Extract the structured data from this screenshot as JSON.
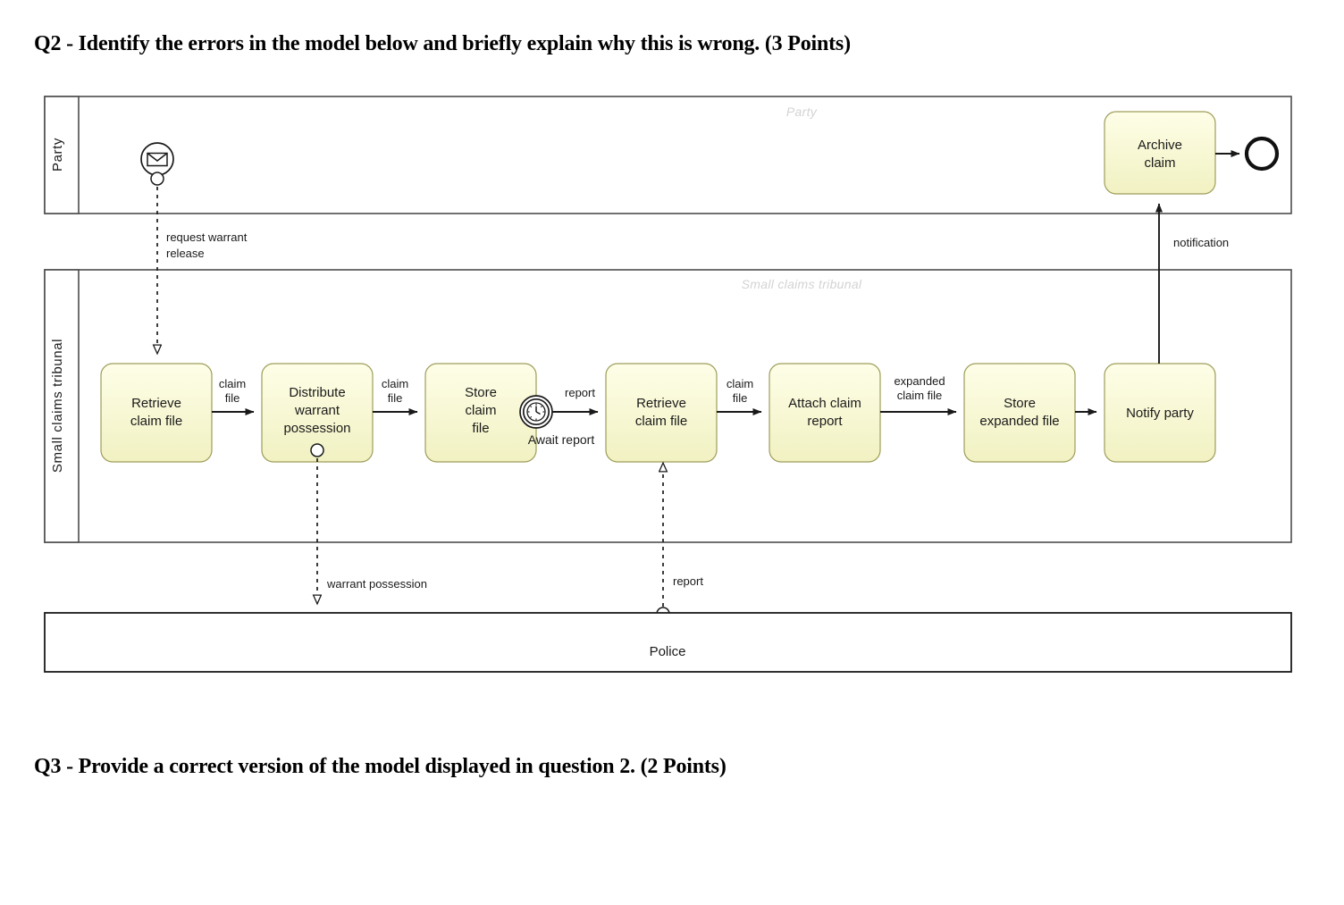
{
  "questions": {
    "q2": "Q2 - Identify the errors in the model below and briefly explain why this is wrong. (3 Points)",
    "q3": "Q3 - Provide a correct version of the model displayed in question 2. (2 Points)"
  },
  "colors": {
    "task_fill_top": "#fefee8",
    "task_fill_bottom": "#f2f2c6",
    "task_stroke": "#9d9d5a",
    "pool_stroke": "#4d4d4d",
    "line": "#1a1a1a",
    "watermark": "#d3d3d3",
    "canvas": "#ffffff"
  },
  "diagram": {
    "type": "bpmn-collaboration",
    "pools": [
      {
        "id": "pool-party",
        "lane_label": "Party",
        "watermark": "Party",
        "collapsed": false
      },
      {
        "id": "pool-tribunal",
        "lane_label": "Small claims tribunal",
        "watermark": "Small claims tribunal",
        "collapsed": false
      },
      {
        "id": "pool-police",
        "lane_label": "Police",
        "watermark": "",
        "collapsed": true
      }
    ],
    "events": [
      {
        "id": "start-request-warrant",
        "pool": "pool-party",
        "kind": "message-start-event",
        "icon": "envelope-icon",
        "label": ""
      },
      {
        "id": "end-event-party",
        "pool": "pool-party",
        "kind": "end-event",
        "icon": "",
        "label": ""
      },
      {
        "id": "boundary-await-report",
        "pool": "pool-tribunal",
        "kind": "timer-boundary-event",
        "icon": "clock-icon",
        "label": "Await report"
      }
    ],
    "tasks": [
      {
        "id": "task-archive-claim",
        "pool": "pool-party",
        "label": "Archive claim"
      },
      {
        "id": "task-retrieve-claim-1",
        "pool": "pool-tribunal",
        "label": "Retrieve claim file"
      },
      {
        "id": "task-distribute-warrant",
        "pool": "pool-tribunal",
        "label": "Distribute warrant possession"
      },
      {
        "id": "task-store-claim-file",
        "pool": "pool-tribunal",
        "label": "Store claim file"
      },
      {
        "id": "task-retrieve-claim-2",
        "pool": "pool-tribunal",
        "label": "Retrieve claim file"
      },
      {
        "id": "task-attach-claim-report",
        "pool": "pool-tribunal",
        "label": "Attach claim report"
      },
      {
        "id": "task-store-expanded-file",
        "pool": "pool-tribunal",
        "label": "Store expanded file"
      },
      {
        "id": "task-notify-party",
        "pool": "pool-tribunal",
        "label": "Notify party"
      }
    ],
    "task_lines": {
      "task-archive-claim": [
        "Archive",
        "claim"
      ],
      "task-retrieve-claim-1": [
        "Retrieve",
        "claim file"
      ],
      "task-distribute-warrant": [
        "Distribute",
        "warrant",
        "possession"
      ],
      "task-store-claim-file": [
        "Store",
        "claim",
        "file"
      ],
      "task-retrieve-claim-2": [
        "Retrieve",
        "claim file"
      ],
      "task-attach-claim-report": [
        "Attach claim",
        "report"
      ],
      "task-store-expanded-file": [
        "Store",
        "expanded file"
      ],
      "task-notify-party": [
        "Notify party"
      ]
    },
    "sequence_flows": [
      {
        "id": "sf-1",
        "from": "task-retrieve-claim-1",
        "to": "task-distribute-warrant",
        "label": "claim file",
        "label_lines": [
          "claim",
          "file"
        ]
      },
      {
        "id": "sf-2",
        "from": "task-distribute-warrant",
        "to": "task-store-claim-file",
        "label": "claim file",
        "label_lines": [
          "claim",
          "file"
        ]
      },
      {
        "id": "sf-3",
        "from": "boundary-await-report",
        "to": "task-retrieve-claim-2",
        "label": "report",
        "label_lines": [
          "report"
        ]
      },
      {
        "id": "sf-4",
        "from": "task-retrieve-claim-2",
        "to": "task-attach-claim-report",
        "label": "claim file",
        "label_lines": [
          "claim",
          "file"
        ]
      },
      {
        "id": "sf-5",
        "from": "task-attach-claim-report",
        "to": "task-store-expanded-file",
        "label": "expanded claim file",
        "label_lines": [
          "expanded",
          "claim file"
        ]
      },
      {
        "id": "sf-6",
        "from": "task-store-expanded-file",
        "to": "task-notify-party",
        "label": "",
        "label_lines": []
      },
      {
        "id": "sf-7",
        "from": "task-archive-claim",
        "to": "end-event-party",
        "label": "",
        "label_lines": []
      },
      {
        "id": "sf-8",
        "from": "task-notify-party",
        "to": "task-archive-claim",
        "label": "notification",
        "label_lines": [
          "notification"
        ]
      }
    ],
    "message_flows": [
      {
        "id": "mf-1",
        "from": "start-request-warrant",
        "to": "task-retrieve-claim-1",
        "label": "request warrant release",
        "label_lines": [
          "request warrant",
          "release"
        ]
      },
      {
        "id": "mf-2",
        "from": "task-distribute-warrant",
        "to": "pool-police",
        "label": "warrant possession",
        "label_lines": [
          "warrant possession"
        ]
      },
      {
        "id": "mf-3",
        "from": "pool-police",
        "to": "task-retrieve-claim-2",
        "label": "report",
        "label_lines": [
          "report"
        ]
      }
    ]
  }
}
